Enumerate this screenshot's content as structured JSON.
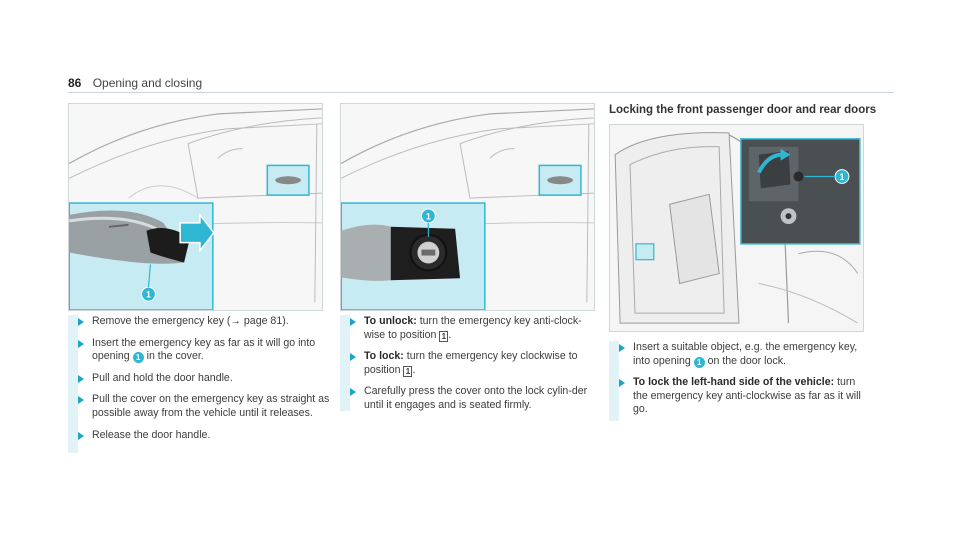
{
  "header": {
    "page_number": "86",
    "section": "Opening and closing"
  },
  "title_right": "Locking the front passenger door and rear doors",
  "figures": {
    "callout_1": "1",
    "position_1": "1"
  },
  "col1": {
    "step1": {
      "text_a": "Remove the emergency key (",
      "arrow": "→",
      "text_b": " page 81)."
    },
    "step2": {
      "text_a": "Insert the emergency key as far as it will go into opening ",
      "callout": "1",
      "text_b": " in the cover."
    },
    "step3": {
      "text": "Pull and hold the door handle."
    },
    "step4": {
      "text": "Pull the cover on the emergency key as straight as possible away from the vehicle until it releases."
    },
    "step5": {
      "text": "Release the door handle."
    }
  },
  "col2": {
    "step1": {
      "label": "To unlock:",
      "text_a": " turn the emergency key anti-clock-wise to position ",
      "pos": "1",
      "text_b": "."
    },
    "step2": {
      "label": "To lock:",
      "text_a": " turn the emergency key clockwise to position ",
      "pos": "1",
      "text_b": "."
    },
    "step3": {
      "text": "Carefully press the cover onto the lock cylin-der until it engages and is seated firmly."
    }
  },
  "col3": {
    "step1": {
      "text_a": "Insert a suitable object, e.g. the emergency key, into opening ",
      "callout": "1",
      "text_b": " on the door lock."
    },
    "step2": {
      "label": "To lock the left-hand side of the vehicle:",
      "text": " turn the emergency key anti-clockwise as far as it will go."
    }
  },
  "colors": {
    "accent": "#1aa5c6",
    "callout_fill": "#2fb6d2",
    "inset_bg": "#c7ebf2",
    "highlight_bar": "#e2f3f7"
  }
}
